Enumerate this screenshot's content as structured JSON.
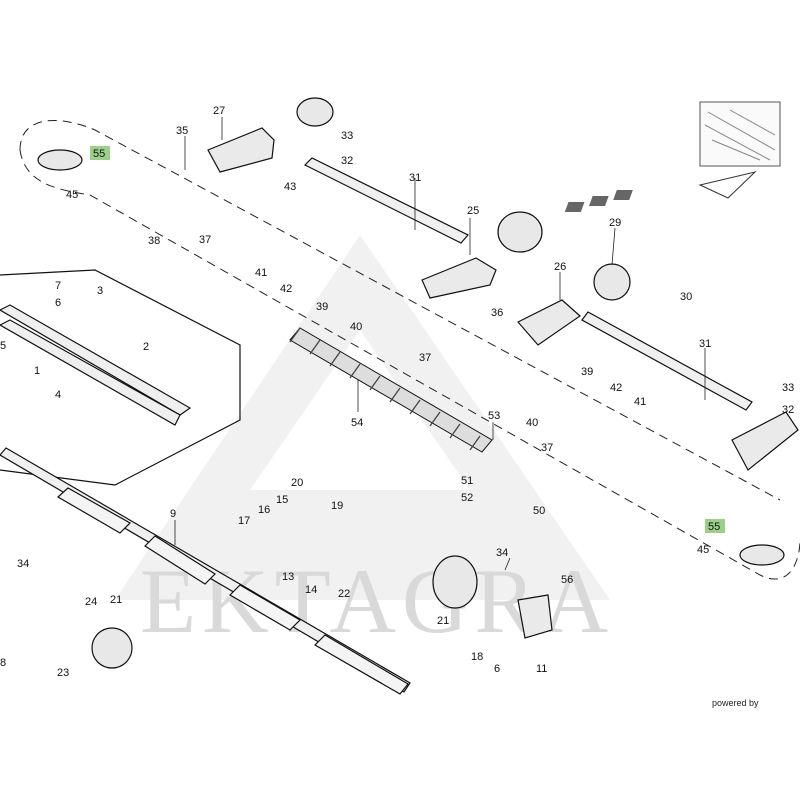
{
  "watermark": "EKTAGRA",
  "footer": {
    "powered_by": "powered by"
  },
  "colors": {
    "highlight": "#9ccf8c",
    "watermark": "#d9d9d9",
    "line": "#111111",
    "part_fill": "#eeeeee"
  },
  "labels": {
    "p1": "1",
    "p2": "2",
    "p3": "3",
    "p4": "4",
    "p5": "5",
    "p6a": "6",
    "p6b": "6",
    "p7": "7",
    "p8": "8",
    "p9": "9",
    "p11": "11",
    "p13": "13",
    "p14": "14",
    "p15": "15",
    "p16": "16",
    "p17": "17",
    "p18": "18",
    "p19": "19",
    "p20": "20",
    "p21a": "21",
    "p21b": "21",
    "p22": "22",
    "p23": "23",
    "p24": "24",
    "p25": "25",
    "p26": "26",
    "p27": "27",
    "p29": "29",
    "p30": "30",
    "p31a": "31",
    "p31b": "31",
    "p32a": "32",
    "p32b": "32",
    "p33a": "33",
    "p33b": "33",
    "p34a": "34",
    "p34b": "34",
    "p35": "35",
    "p36": "36",
    "p37a": "37",
    "p37b": "37",
    "p37c": "37",
    "p38": "38",
    "p39a": "39",
    "p39b": "39",
    "p40a": "40",
    "p40b": "40",
    "p41a": "41",
    "p41b": "41",
    "p42a": "42",
    "p42b": "42",
    "p43": "43",
    "p45a": "45",
    "p45b": "45",
    "p50": "50",
    "p51": "51",
    "p52": "52",
    "p53": "53",
    "p54": "54",
    "p55a": "55",
    "p55b": "55",
    "p56": "56"
  }
}
